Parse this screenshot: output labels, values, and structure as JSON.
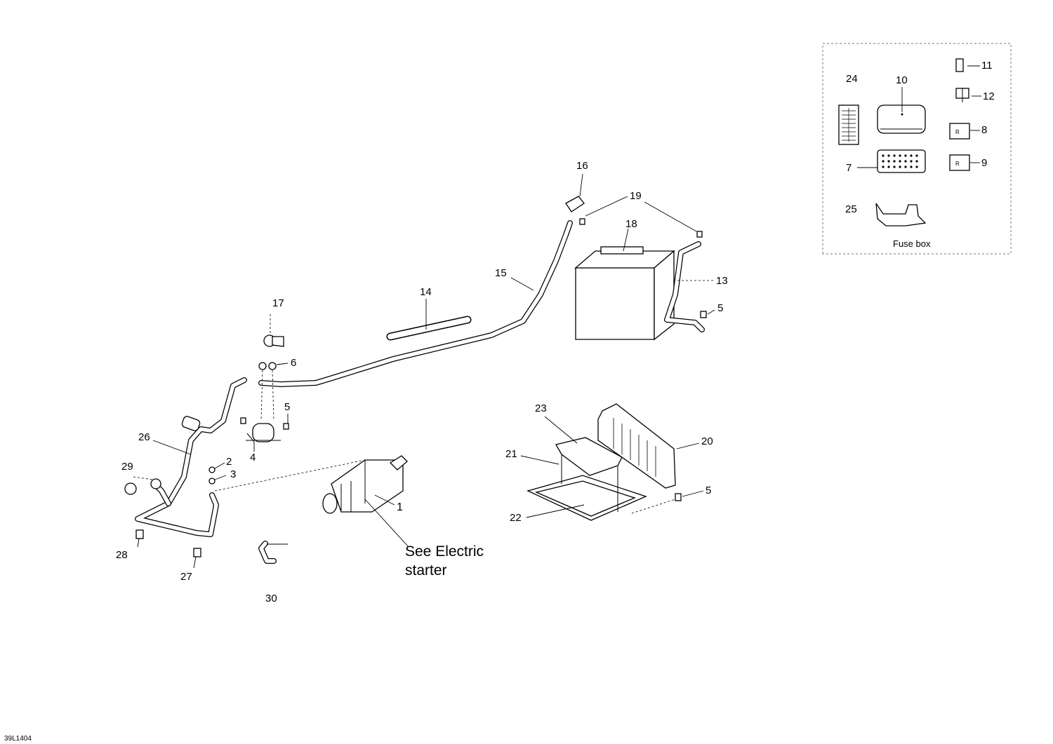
{
  "diagram": {
    "callouts": [
      {
        "id": "c1",
        "text": "1"
      },
      {
        "id": "c2",
        "text": "2"
      },
      {
        "id": "c3",
        "text": "3"
      },
      {
        "id": "c4",
        "text": "4"
      },
      {
        "id": "c5a",
        "text": "5"
      },
      {
        "id": "c5b",
        "text": "5"
      },
      {
        "id": "c5c",
        "text": "5"
      },
      {
        "id": "c6",
        "text": "6"
      },
      {
        "id": "c7",
        "text": "7"
      },
      {
        "id": "c8",
        "text": "8"
      },
      {
        "id": "c9",
        "text": "9"
      },
      {
        "id": "c10",
        "text": "10"
      },
      {
        "id": "c11",
        "text": "11"
      },
      {
        "id": "c12",
        "text": "12"
      },
      {
        "id": "c13",
        "text": "13"
      },
      {
        "id": "c14",
        "text": "14"
      },
      {
        "id": "c15",
        "text": "15"
      },
      {
        "id": "c16",
        "text": "16"
      },
      {
        "id": "c17",
        "text": "17"
      },
      {
        "id": "c18",
        "text": "18"
      },
      {
        "id": "c19",
        "text": "19"
      },
      {
        "id": "c20",
        "text": "20"
      },
      {
        "id": "c21",
        "text": "21"
      },
      {
        "id": "c22",
        "text": "22"
      },
      {
        "id": "c23",
        "text": "23"
      },
      {
        "id": "c24",
        "text": "24"
      },
      {
        "id": "c25",
        "text": "25"
      },
      {
        "id": "c26",
        "text": "26"
      },
      {
        "id": "c27",
        "text": "27"
      },
      {
        "id": "c28",
        "text": "28"
      },
      {
        "id": "c29",
        "text": "29"
      },
      {
        "id": "c30",
        "text": "30"
      }
    ],
    "note_line1": "See Electric",
    "note_line2": "starter",
    "fuse_box_caption": "Fuse box",
    "relay_mark": "R",
    "drawing_code": "39L1404"
  }
}
